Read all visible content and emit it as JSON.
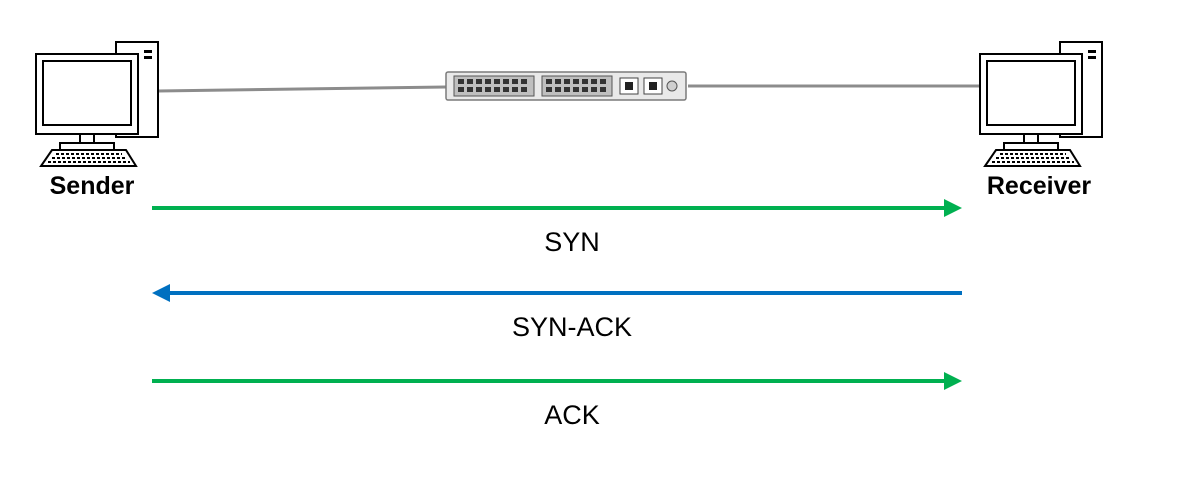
{
  "nodes": {
    "sender": {
      "label": "Sender",
      "icon": "desktop-computer-icon"
    },
    "switch": {
      "icon": "network-switch-icon"
    },
    "receiver": {
      "label": "Receiver",
      "icon": "desktop-computer-icon"
    }
  },
  "messages": [
    {
      "label": "SYN",
      "direction": "sender-to-receiver",
      "color": "#00B050"
    },
    {
      "label": "SYN-ACK",
      "direction": "receiver-to-sender",
      "color": "#0070C0"
    },
    {
      "label": "ACK",
      "direction": "sender-to-receiver",
      "color": "#00B050"
    }
  ],
  "colors": {
    "link_line": "#8C8C8C",
    "icon_stroke": "#000000"
  }
}
